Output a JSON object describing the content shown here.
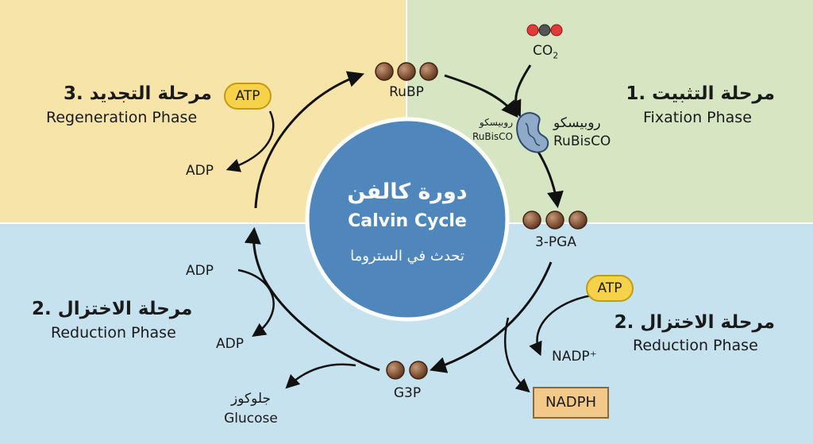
{
  "center": {
    "title_ar": "دورة كالفن",
    "title_en": "Calvin Cycle",
    "subtitle_ar": "تحدث في الستروما"
  },
  "phases": {
    "fixation": {
      "title_ar": "1. مرحلة التثبيت",
      "title_en": "Fixation Phase"
    },
    "regeneration": {
      "title_ar": "3. مرحلة التجديد",
      "title_en": "Regeneration Phase"
    },
    "reduction_left": {
      "title_ar": "2. مرحلة الاختزال",
      "title_en": "Reduction Phase"
    },
    "reduction_right": {
      "title_ar": "2. مرحلة الاختزال",
      "title_en": "Reduction Phase"
    }
  },
  "molecules": {
    "rubp": "RuBP",
    "co2": "CO",
    "co2_sub": "2",
    "pga": "3-PGA",
    "g3p": "G3P"
  },
  "enzyme": {
    "name_ar_large": "روبيسكو",
    "name_en_large": "RuBisCO",
    "name_ar_small": "روبيسكو",
    "name_en_small": "RuBisCO"
  },
  "energy": {
    "atp_regen": "ATP",
    "adp_regen": "ADP",
    "adp_red_top": "ADP",
    "adp_red_bottom": "ADP",
    "atp_red": "ATP",
    "nadp": "NADP⁺",
    "nadph": "NADPH"
  },
  "product": {
    "name_ar": "جلوكوز",
    "name_en": "Glucose"
  },
  "colors": {
    "regeneration_bg": "#f6e4a8",
    "fixation_bg": "#d6e6c2",
    "reduction_bg": "#c7e2ef",
    "center_circle": "#4f87bd",
    "molecule": "#8a5a3c",
    "atp": "#f6d24a",
    "nadph_box": "#f3c98a"
  }
}
